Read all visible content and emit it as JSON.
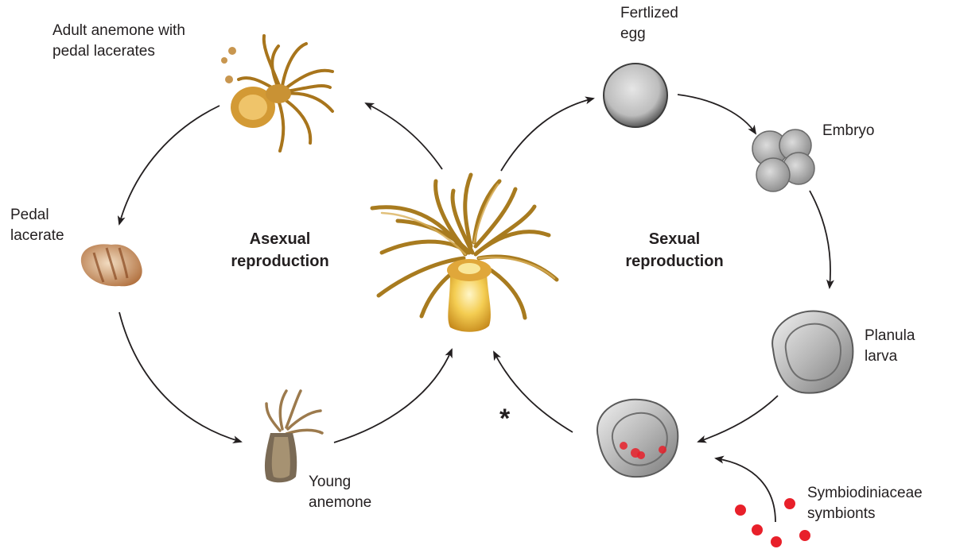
{
  "labels": {
    "adult": [
      "Adult anemone with",
      "pedal lacerates"
    ],
    "pedal": [
      "Pedal",
      "lacerate"
    ],
    "young": [
      "Young",
      "anemone"
    ],
    "egg": [
      "Fertlized",
      "egg"
    ],
    "embryo": "Embryo",
    "planula": [
      "Planula",
      "larva"
    ],
    "symbionts": [
      "Symbiodiniaceae",
      "symbionts"
    ]
  },
  "center": {
    "asexual": [
      "Asexual",
      "reproduction"
    ],
    "sexual": [
      "Sexual",
      "reproduction"
    ]
  },
  "marker": "*",
  "colors": {
    "arrow": "#231f20",
    "symbiont": "#e8202a",
    "anemone_tentacle": "#a87b1f",
    "anemone_body": "#f2c94c"
  }
}
